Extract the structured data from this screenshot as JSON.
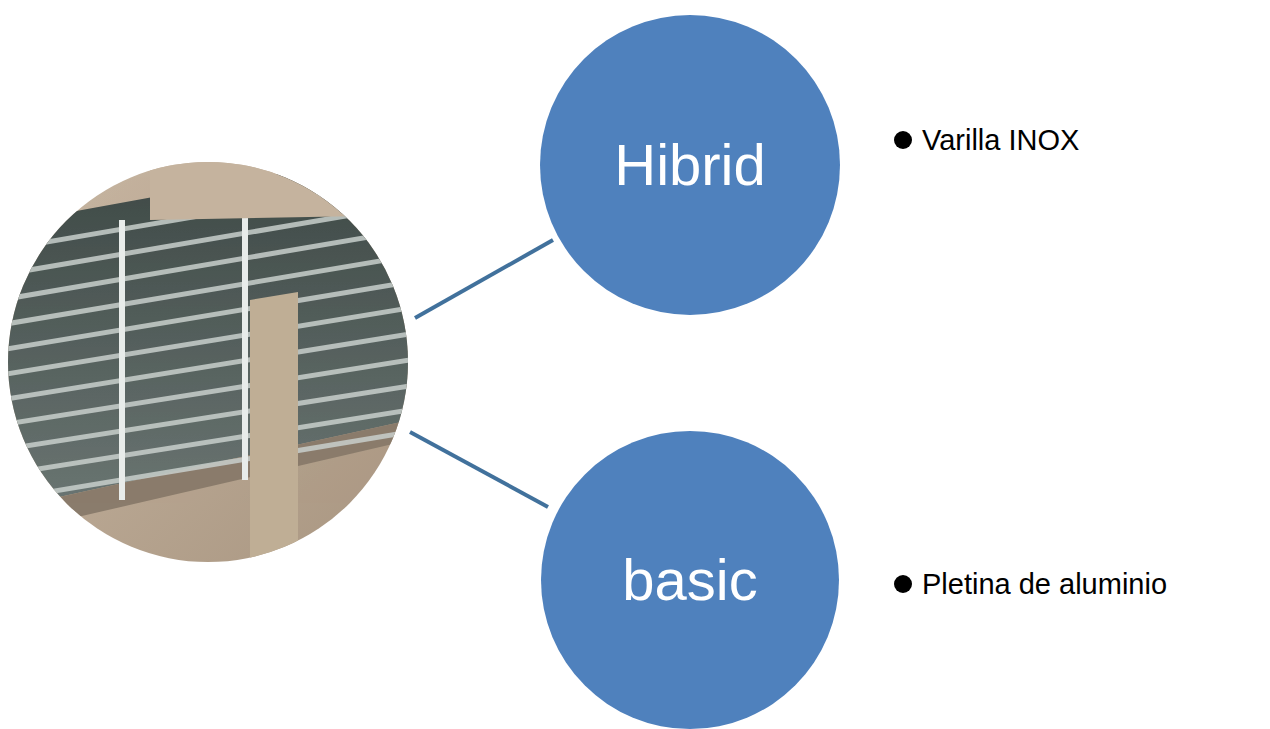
{
  "diagram": {
    "nodes": [
      {
        "text": [
          "Hibrid"
        ]
      },
      {
        "text": [
          "basic"
        ]
      }
    ],
    "edges": [],
    "labels": [
      "Varilla INOX",
      "Pletina de aluminio"
    ]
  }
}
